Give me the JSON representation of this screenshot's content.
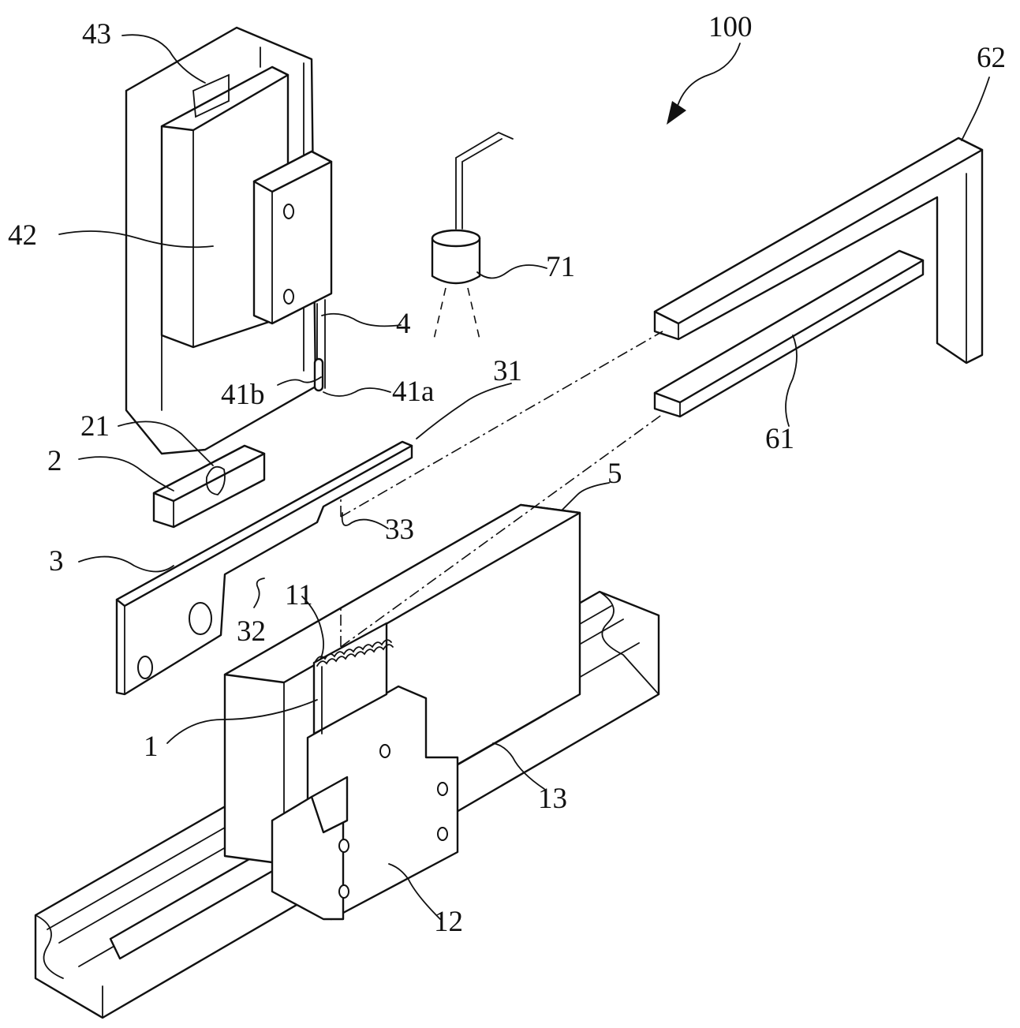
{
  "figure": {
    "assembly_ref": "100",
    "labels": {
      "l43": "43",
      "l42": "42",
      "l4": "4",
      "l41a": "41a",
      "l41b": "41b",
      "l71": "71",
      "l62": "62",
      "l61": "61",
      "l31": "31",
      "l21": "21",
      "l2": "2",
      "l33": "33",
      "l5": "5",
      "l3": "3",
      "l32": "32",
      "l11": "11",
      "l1": "1",
      "l13": "13",
      "l12": "12"
    }
  }
}
